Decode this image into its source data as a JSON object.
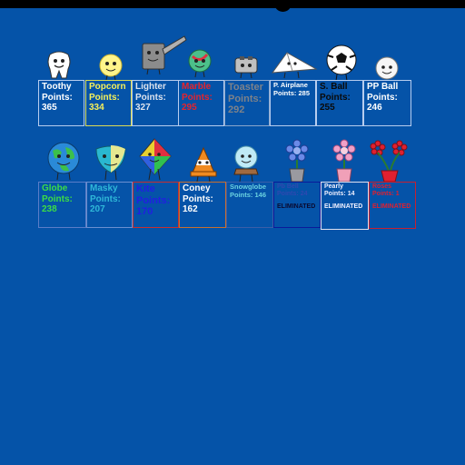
{
  "background": "#0553a8",
  "contestants": [
    {
      "id": "toothy",
      "name": "Toothy",
      "points_label": "Points:",
      "points": "365",
      "text_color": "#ffffff",
      "border_color": "#b7cdef",
      "icon": "tooth-icon"
    },
    {
      "id": "popcorn",
      "name": "Popcorn",
      "points_label": "Points:",
      "points": "334",
      "text_color": "#f6f05a",
      "border_color": "#dcdc55",
      "icon": "popcorn-icon"
    },
    {
      "id": "lighter",
      "name": "Lighter",
      "points_label": "Points:",
      "points": "327",
      "text_color": "#dde3ee",
      "border_color": "#b7cdef",
      "icon": "lighter-icon"
    },
    {
      "id": "marble",
      "name": "Marble",
      "points_label": "Points:",
      "points": "295",
      "text_color": "#e8232c",
      "border_color": "#b7cdef",
      "icon": "marble-icon"
    },
    {
      "id": "toaster",
      "name": "Toaster",
      "points_label": "Points:",
      "points": "292",
      "text_color": "#7d828a",
      "border_color": "#8aa6cc",
      "icon": "toaster-icon"
    },
    {
      "id": "paperairplane",
      "name": "P. Airplane",
      "points_label": "Points:",
      "points": "285",
      "text_color": "#ffffff",
      "border_color": "#b7cdef",
      "icon": "paper-airplane-icon"
    },
    {
      "id": "soccerball",
      "name": "S. Ball",
      "points_label": "Points:",
      "points": "255",
      "text_color": "#0a0a0a",
      "border_color": "#b7cdef",
      "icon": "soccer-ball-icon"
    },
    {
      "id": "ppball",
      "name": "PP Ball",
      "points_label": "Points:",
      "points": "246",
      "text_color": "#ffffff",
      "border_color": "#b7cdef",
      "icon": "ping-pong-ball-icon"
    },
    {
      "id": "globe",
      "name": "Globe",
      "points_label": "Points:",
      "points": "238",
      "text_color": "#3cdc46",
      "border_color": "#5a7dc8",
      "icon": "globe-icon"
    },
    {
      "id": "masky",
      "name": "Masky",
      "points_label": "Points:",
      "points": "207",
      "text_color": "#2fb8d8",
      "border_color": "#6b8fd0",
      "icon": "mask-icon"
    },
    {
      "id": "kite",
      "name": "Kite",
      "points_label": "Points:",
      "points": "170",
      "text_color": "#2020e0",
      "border_color": "#c83030",
      "icon": "kite-icon"
    },
    {
      "id": "coney",
      "name": "Coney",
      "points_label": "Points:",
      "points": "162",
      "text_color": "#ffffff",
      "border_color": "#c87030",
      "icon": "cone-icon"
    },
    {
      "id": "snowglobe",
      "name": "Snowglobe",
      "points_label": "Points:",
      "points": "146",
      "text_color": "#6ad2e0",
      "border_color": "#3a5ea8",
      "icon": "snowglobe-icon"
    },
    {
      "id": "bluebell",
      "name": "Pb Bell",
      "points_label": "Points:",
      "points": "24",
      "text_color": "#3048b0",
      "border_color": "#0a1a9a",
      "icon": "blue-flower-icon",
      "status": "ELIMINATED",
      "status_color": "#0a0a30"
    },
    {
      "id": "pearly",
      "name": "Pearly",
      "points_label": "Points:",
      "points": "14",
      "text_color": "#f0f0ff",
      "border_color": "#e0e0f0",
      "icon": "pink-flower-icon",
      "status": "ELIMINATED",
      "status_color": "#f0f0ff"
    },
    {
      "id": "redflower",
      "name": "Roses",
      "points_label": "Points:",
      "points": "1",
      "text_color": "#e02030",
      "border_color": "#c82030",
      "icon": "red-flowers-icon",
      "status": "ELIMINATED",
      "status_color": "#e02030"
    }
  ]
}
